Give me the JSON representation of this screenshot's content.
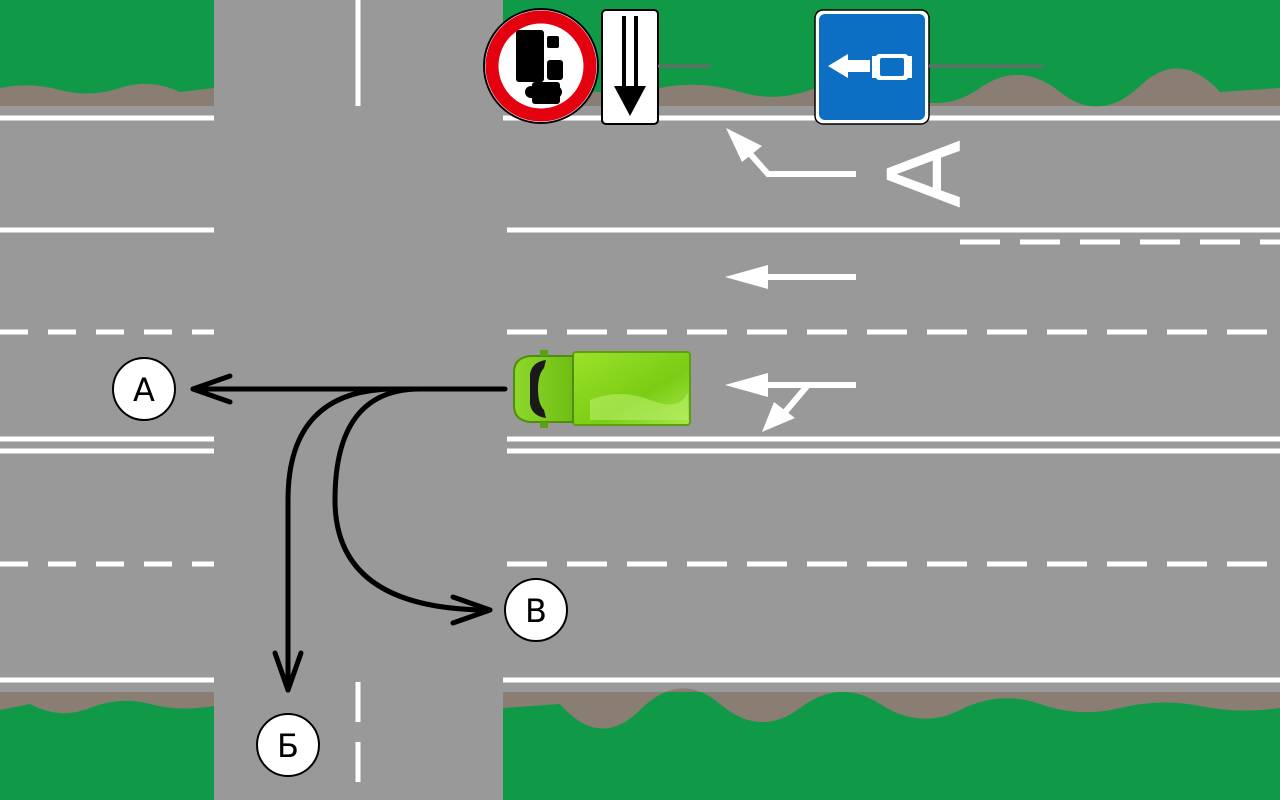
{
  "colors": {
    "asphalt": "#999999",
    "grass": "#109a48",
    "curb": "#8a7d73",
    "marking": "#ffffff",
    "route": "#000000",
    "truck_body": "#7fd21a",
    "sign_red": "#e3000f",
    "sign_blue": "#0d6fc4"
  },
  "icons": {
    "prohibition_sign": "no-trucks-sign",
    "plate_sign": "downward-arrow-plate",
    "lane_sign": "bus-lane-sign",
    "vehicle": "green-truck"
  },
  "lane_marking_letter": "А",
  "routes": [
    {
      "id": "A",
      "label": "А"
    },
    {
      "id": "B",
      "label": "Б"
    },
    {
      "id": "V",
      "label": "В"
    }
  ]
}
